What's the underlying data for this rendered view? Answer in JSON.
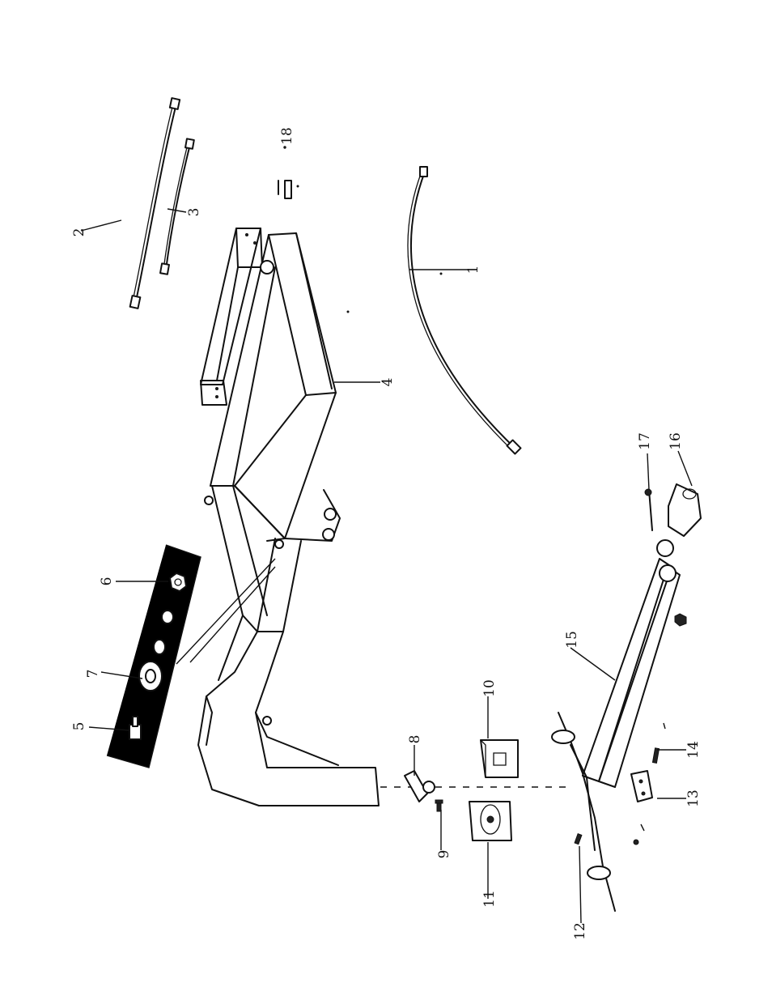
{
  "figure": {
    "callouts": [
      {
        "id": "1",
        "label": "1"
      },
      {
        "id": "2",
        "label": "2"
      },
      {
        "id": "3",
        "label": "3"
      },
      {
        "id": "4",
        "label": "4"
      },
      {
        "id": "5",
        "label": "5"
      },
      {
        "id": "6",
        "label": "6"
      },
      {
        "id": "7",
        "label": "7"
      },
      {
        "id": "8",
        "label": "8"
      },
      {
        "id": "9",
        "label": "9"
      },
      {
        "id": "10",
        "label": "10"
      },
      {
        "id": "11",
        "label": "11"
      },
      {
        "id": "12",
        "label": "12"
      },
      {
        "id": "13",
        "label": "13"
      },
      {
        "id": "14",
        "label": "14"
      },
      {
        "id": "15",
        "label": "15"
      },
      {
        "id": "16",
        "label": "16"
      },
      {
        "id": "17",
        "label": "17"
      },
      {
        "id": "18",
        "label": "18"
      }
    ]
  }
}
